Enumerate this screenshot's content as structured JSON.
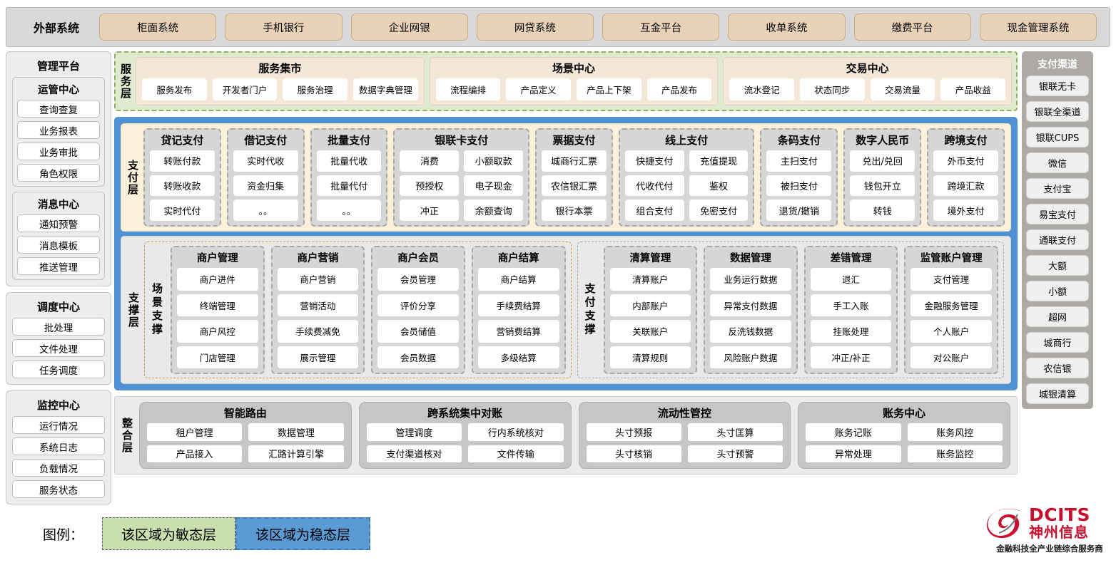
{
  "external": {
    "title": "外部系统",
    "items": [
      "柜面系统",
      "手机银行",
      "企业网银",
      "网贷系统",
      "互金平台",
      "收单系统",
      "缴费平台",
      "现金管理系统"
    ]
  },
  "admin_platform": {
    "title": "管理平台",
    "groups": [
      {
        "title": "运管中心",
        "items": [
          "查询查复",
          "业务报表",
          "业务审批",
          "角色权限"
        ]
      },
      {
        "title": "消息中心",
        "items": [
          "通知预警",
          "消息模板",
          "推送管理"
        ]
      }
    ]
  },
  "left_panels": [
    {
      "title": "调度中心",
      "items": [
        "批处理",
        "文件处理",
        "任务调度"
      ]
    },
    {
      "title": "监控中心",
      "items": [
        "运行情况",
        "系统日志",
        "负载情况",
        "服务状态"
      ]
    }
  ],
  "service_layer": {
    "label": "服务层",
    "groups": [
      {
        "title": "服务集市",
        "items": [
          "服务发布",
          "开发者门户",
          "服务治理",
          "数据字典管理"
        ]
      },
      {
        "title": "场景中心",
        "items": [
          "流程编排",
          "产品定义",
          "产品上下架",
          "产品发布"
        ]
      },
      {
        "title": "交易中心",
        "items": [
          "流水登记",
          "状态同步",
          "交易流量",
          "产品收益"
        ]
      }
    ]
  },
  "payment_layer": {
    "label": "支付层",
    "groups": [
      {
        "title": "贷记支付",
        "cols": 1,
        "rows": [
          [
            "转账付款"
          ],
          [
            "转账收款"
          ],
          [
            "实时代付"
          ]
        ]
      },
      {
        "title": "借记支付",
        "cols": 1,
        "rows": [
          [
            "实时代收"
          ],
          [
            "资金归集"
          ],
          [
            "。。"
          ]
        ]
      },
      {
        "title": "批量支付",
        "cols": 1,
        "rows": [
          [
            "批量代收"
          ],
          [
            "批量代付"
          ],
          [
            "。。"
          ]
        ]
      },
      {
        "title": "银联卡支付",
        "cols": 2,
        "rows": [
          [
            "消费",
            "小额取款"
          ],
          [
            "预授权",
            "电子现金"
          ],
          [
            "冲正",
            "余额查询"
          ]
        ]
      },
      {
        "title": "票据支付",
        "cols": 1,
        "rows": [
          [
            "城商行汇票"
          ],
          [
            "农信银汇票"
          ],
          [
            "银行本票"
          ]
        ]
      },
      {
        "title": "线上支付",
        "cols": 2,
        "rows": [
          [
            "快捷支付",
            "充值提现"
          ],
          [
            "代收代付",
            "鉴权"
          ],
          [
            "组合支付",
            "免密支付"
          ]
        ]
      },
      {
        "title": "条码支付",
        "cols": 1,
        "rows": [
          [
            "主扫支付"
          ],
          [
            "被扫支付"
          ],
          [
            "退货/撤销"
          ]
        ]
      },
      {
        "title": "数字人民币",
        "cols": 1,
        "rows": [
          [
            "兑出/兑回"
          ],
          [
            "钱包开立"
          ],
          [
            "转钱"
          ]
        ]
      },
      {
        "title": "跨境支付",
        "cols": 1,
        "rows": [
          [
            "外币支付"
          ],
          [
            "跨境汇款"
          ],
          [
            "境外支付"
          ]
        ]
      }
    ]
  },
  "support_layer": {
    "label": "支撑层",
    "blocks": [
      {
        "label": "场景支撑",
        "groups": [
          {
            "title": "商户管理",
            "items": [
              "商户进件",
              "终端管理",
              "商户风控",
              "门店管理"
            ]
          },
          {
            "title": "商户营销",
            "items": [
              "商户营销",
              "营销活动",
              "手续费减免",
              "展示管理"
            ]
          },
          {
            "title": "商户会员",
            "items": [
              "会员管理",
              "评价分享",
              "会员储值",
              "会员数据"
            ]
          },
          {
            "title": "商户结算",
            "items": [
              "商户结算",
              "手续费结算",
              "营销费结算",
              "多级结算"
            ]
          }
        ]
      },
      {
        "label": "支付支撑",
        "groups": [
          {
            "title": "清算管理",
            "items": [
              "清算账户",
              "内部账户",
              "关联账户",
              "清算规则"
            ]
          },
          {
            "title": "数据管理",
            "items": [
              "业务运行数据",
              "异常支付数据",
              "反洗钱数据",
              "风险账户数据"
            ]
          },
          {
            "title": "差错管理",
            "items": [
              "退汇",
              "手工入账",
              "挂账处理",
              "冲正/补正"
            ]
          },
          {
            "title": "监管账户管理",
            "items": [
              "支付管理",
              "金融服务管理",
              "个人账户",
              "对公账户"
            ]
          }
        ]
      }
    ]
  },
  "integration_layer": {
    "label": "整合层",
    "groups": [
      {
        "title": "智能路由",
        "rows": [
          [
            "租户管理",
            "数据管理"
          ],
          [
            "产品接入",
            "汇路计算引擎"
          ]
        ]
      },
      {
        "title": "跨系统集中对账",
        "rows": [
          [
            "管理调度",
            "行内系统核对"
          ],
          [
            "支付渠道核对",
            "文件传输"
          ]
        ]
      },
      {
        "title": "流动性管控",
        "rows": [
          [
            "头寸预报",
            "头寸匡算"
          ],
          [
            "头寸核销",
            "头寸预警"
          ]
        ]
      },
      {
        "title": "账务中心",
        "rows": [
          [
            "账务记账",
            "账务风控"
          ],
          [
            "异常处理",
            "账务监控"
          ]
        ]
      }
    ]
  },
  "payment_channels": {
    "title": "支付渠道",
    "items": [
      "银联无卡",
      "银联全渠道",
      "银联CUPS",
      "微信",
      "支付宝",
      "易宝支付",
      "通联支付",
      "大额",
      "小额",
      "超网",
      "城商行",
      "农信银",
      "城银清算"
    ]
  },
  "legend": {
    "label": "图例：",
    "agile": "该区域为敏态层",
    "stable": "该区域为稳态层"
  },
  "logo": {
    "en": "DCITS",
    "cn": "神州信息",
    "tagline": "金融科技全产业链综合服务商"
  },
  "colors": {
    "agile_green": "#c9dfae",
    "stable_blue": "#5b9bd5",
    "payment_cream": "#fdf2d9",
    "external_tan": "#e8d3b9",
    "brand_red": "#c8102e"
  }
}
